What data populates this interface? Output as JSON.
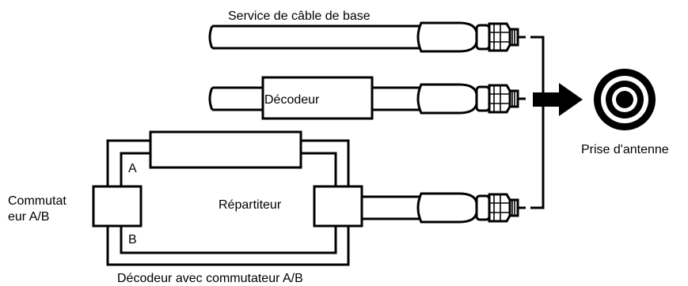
{
  "labels": {
    "basic_cable": "Service de câble de base",
    "decoder": "Décodeur",
    "antenna_jack": "Prise d'antenne",
    "switch_ab": "Commutateur A/B",
    "switch_ab_line1": "Commutat",
    "switch_ab_line2": "eur A/B",
    "port_a": "A",
    "port_b": "B",
    "splitter": "Répartiteur",
    "decoder_with_switch": "Décodeur avec commutateur A/B"
  },
  "icons": {
    "connector": "coaxial-f-connector-icon",
    "arrow": "arrow-right-icon",
    "jack": "antenna-jack-icon"
  },
  "colors": {
    "line": "#000000",
    "background": "#ffffff"
  }
}
